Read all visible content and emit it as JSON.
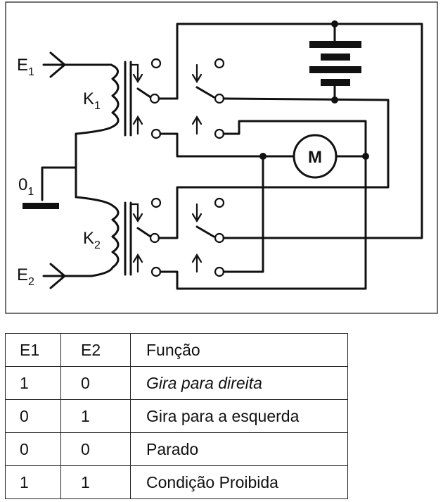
{
  "diagram": {
    "inputs": {
      "e1": "E",
      "e1_sub": "1",
      "e2": "E",
      "e2_sub": "2",
      "zero": "0",
      "zero_sub": "1"
    },
    "relays": {
      "k1": "K",
      "k1_sub": "1",
      "k2": "K",
      "k2_sub": "2"
    },
    "motor": "M"
  },
  "table": {
    "headers": [
      "E1",
      "E2",
      "Função"
    ],
    "rows": [
      {
        "e1": "1",
        "e2": "0",
        "funcao": "Gira para direita",
        "italic": true
      },
      {
        "e1": "0",
        "e2": "1",
        "funcao": "Gira para a esquerda",
        "italic": false
      },
      {
        "e1": "0",
        "e2": "0",
        "funcao": "Parado",
        "italic": false
      },
      {
        "e1": "1",
        "e2": "1",
        "funcao": "Condição Proibida",
        "italic": false
      }
    ]
  }
}
